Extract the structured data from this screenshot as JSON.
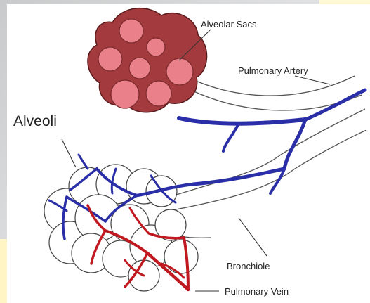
{
  "labels": {
    "alveolar_sacs": "Alveolar Sacs",
    "pulmonary_artery": "Pulmonary Artery",
    "alveoli": "Alveoli",
    "bronchiole": "Bronchiole",
    "pulmonary_vein": "Pulmonary Vein"
  },
  "colors": {
    "artery_blue": "#2a2fa8",
    "vein_red": "#c0191f",
    "sac_outer": "#a33a3d",
    "sac_inner": "#e9808a",
    "outline": "#444444"
  }
}
